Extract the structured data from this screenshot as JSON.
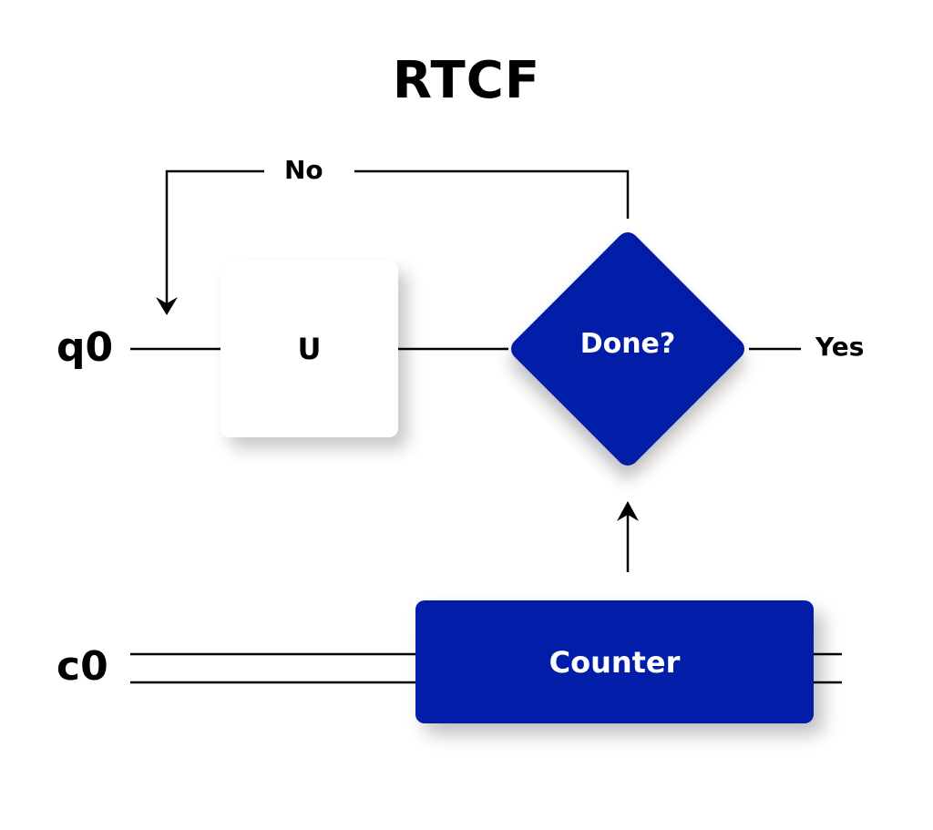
{
  "title": "RTCF",
  "colors": {
    "accent": "#021ea8",
    "line": "#000000",
    "background": "#ffffff"
  },
  "wires": {
    "quantum": "q0",
    "classical": "c0"
  },
  "nodes": {
    "unitary": "U",
    "decision": "Done?",
    "counter": "Counter"
  },
  "edges": {
    "no_label": "No",
    "yes_label": "Yes"
  }
}
